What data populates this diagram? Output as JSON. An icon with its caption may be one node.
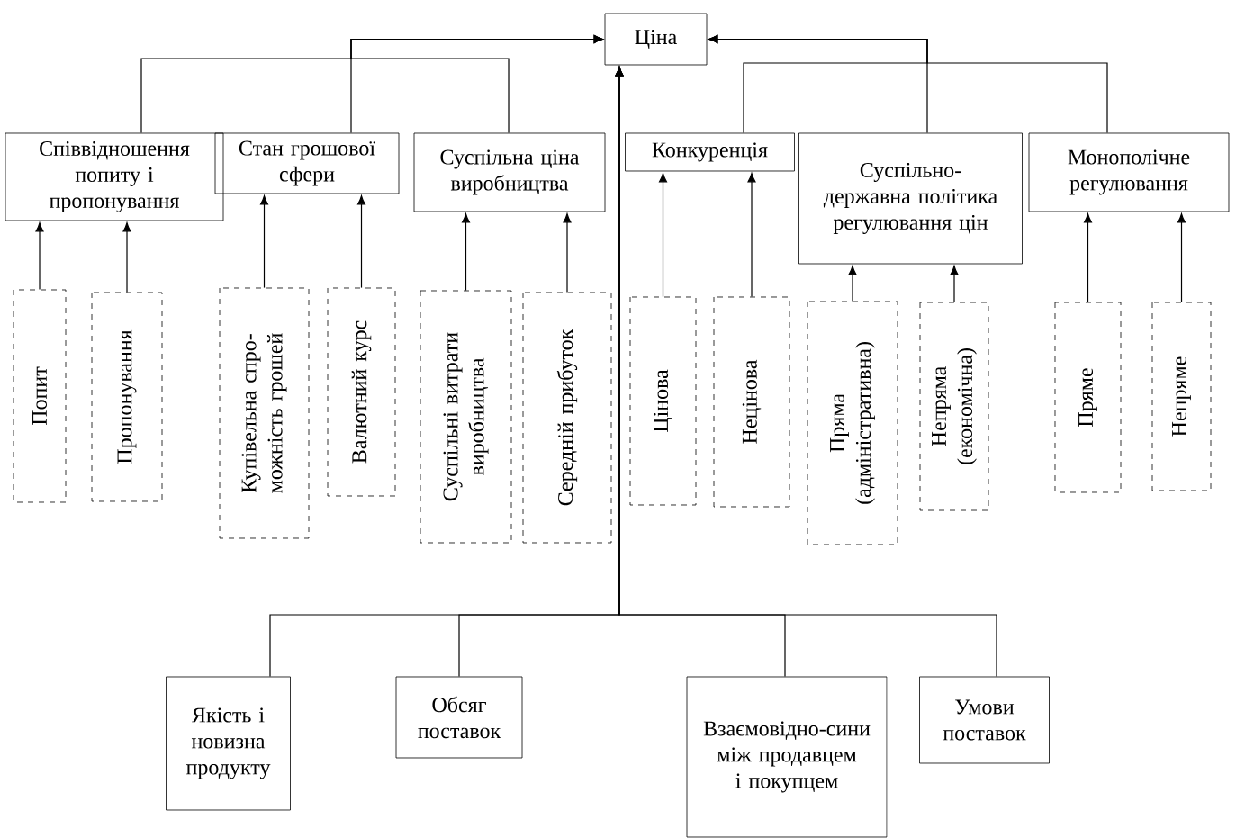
{
  "diagram": {
    "nodes": [
      {
        "text": [
          "Ціна"
        ]
      },
      {
        "text": [
          "Співвідношення попиту і пропонування"
        ]
      },
      {
        "text": [
          "Стан грошової сфери"
        ]
      },
      {
        "text": [
          "Суспільна ціна виробництва"
        ]
      },
      {
        "text": [
          "Конкуренція"
        ]
      },
      {
        "text": [
          "Суспільно-державна політика регулювання цін"
        ]
      },
      {
        "text": [
          "Монополічне регулювання"
        ]
      },
      {
        "text": [
          "Попит"
        ]
      },
      {
        "text": [
          "Пропонування"
        ]
      },
      {
        "text": [
          "Купівельна спро-можність грошей"
        ]
      },
      {
        "text": [
          "Валютний курс"
        ]
      },
      {
        "text": [
          "Суспільні витрати виробництва"
        ]
      },
      {
        "text": [
          "Середній прибуток"
        ]
      },
      {
        "text": [
          "Цінова"
        ]
      },
      {
        "text": [
          "Нецінова"
        ]
      },
      {
        "text": [
          "Пряма (адміністративна)"
        ]
      },
      {
        "text": [
          "Непряма (економічна)"
        ]
      },
      {
        "text": [
          "Пряме"
        ]
      },
      {
        "text": [
          "Непряме"
        ]
      },
      {
        "text": [
          "Якість і новизна продукту"
        ]
      },
      {
        "text": [
          "Обсяг поставок"
        ]
      },
      {
        "text": [
          "Взаємовідно-сини між продавцем і покупцем"
        ]
      },
      {
        "text": [
          "Умови поставок"
        ]
      }
    ],
    "edges": [
      {
        "from": 1,
        "to": 0,
        "arrow": "to"
      },
      {
        "from": 2,
        "to": 0,
        "arrow": "to"
      },
      {
        "from": 3,
        "to": 0,
        "arrow": "to"
      },
      {
        "from": 4,
        "to": 0,
        "arrow": "to"
      },
      {
        "from": 5,
        "to": 0,
        "arrow": "to"
      },
      {
        "from": 6,
        "to": 0,
        "arrow": "to"
      },
      {
        "from": 7,
        "to": 1,
        "arrow": "to"
      },
      {
        "from": 8,
        "to": 1,
        "arrow": "to"
      },
      {
        "from": 9,
        "to": 2,
        "arrow": "to"
      },
      {
        "from": 10,
        "to": 2,
        "arrow": "to"
      },
      {
        "from": 11,
        "to": 3,
        "arrow": "to"
      },
      {
        "from": 12,
        "to": 3,
        "arrow": "to"
      },
      {
        "from": 13,
        "to": 4,
        "arrow": "to"
      },
      {
        "from": 14,
        "to": 4,
        "arrow": "to"
      },
      {
        "from": 15,
        "to": 5,
        "arrow": "to"
      },
      {
        "from": 16,
        "to": 5,
        "arrow": "to"
      },
      {
        "from": 17,
        "to": 6,
        "arrow": "to"
      },
      {
        "from": 18,
        "to": 6,
        "arrow": "to"
      },
      {
        "from": 19,
        "to": 0,
        "arrow": "to"
      },
      {
        "from": 20,
        "to": 0,
        "arrow": "to"
      },
      {
        "from": 21,
        "to": 0,
        "arrow": "to"
      },
      {
        "from": 22,
        "to": 0,
        "arrow": "to"
      }
    ]
  }
}
